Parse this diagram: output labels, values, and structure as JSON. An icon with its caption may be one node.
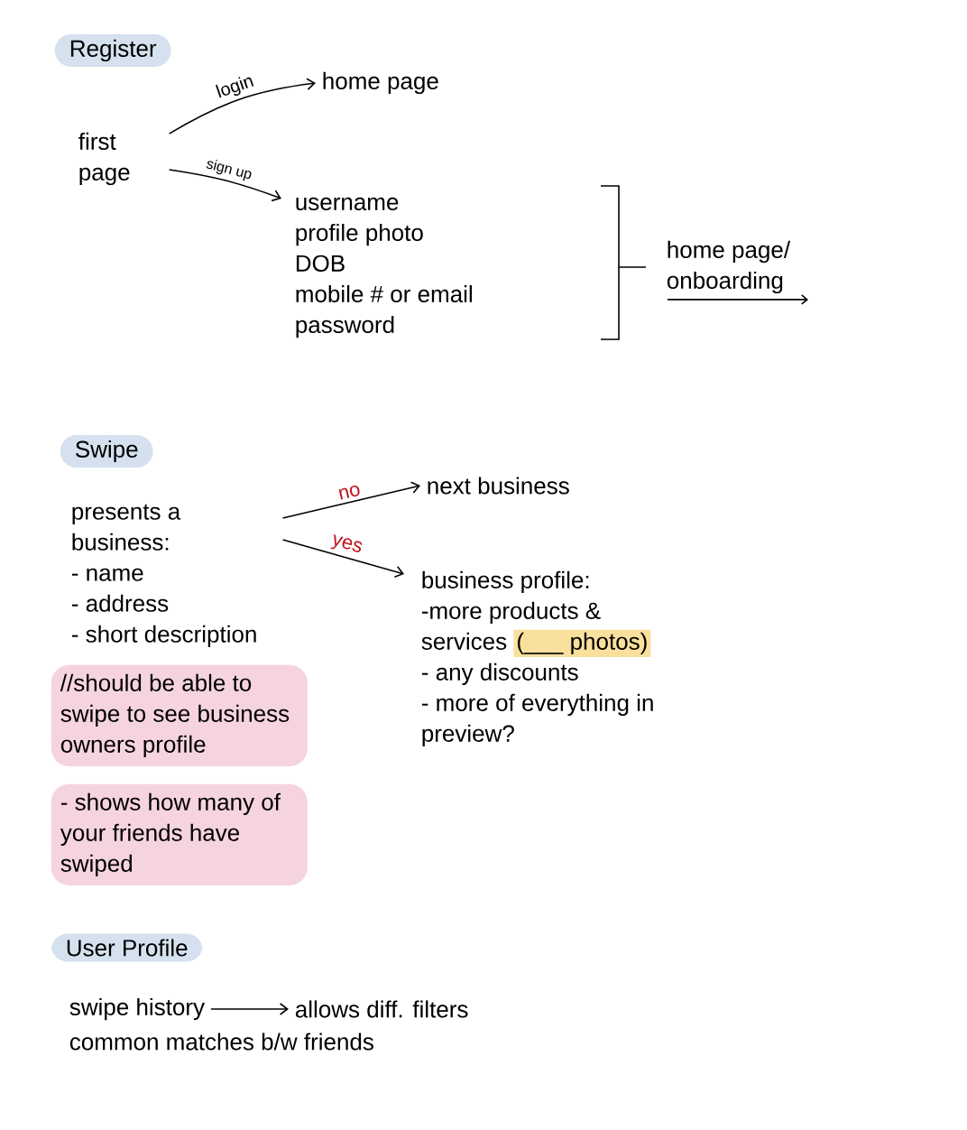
{
  "diagram": {
    "nodes": [
      {
        "text": [
          "Register"
        ]
      },
      {
        "text": [
          "first page"
        ]
      },
      {
        "text": [
          "home page"
        ]
      },
      {
        "text": [
          "username",
          "profile photo",
          "DOB",
          "mobile # or email",
          "password"
        ]
      },
      {
        "text": [
          "home page/ onboarding"
        ]
      },
      {
        "text": [
          "Swipe"
        ]
      },
      {
        "text": [
          "presents a business:",
          "- name",
          "- address",
          "- short description"
        ]
      },
      {
        "text": [
          "next business"
        ]
      },
      {
        "text": [
          "business profile:",
          "-more products & services",
          "(___ photos)",
          "- any discounts",
          "- more of everything in preview?"
        ]
      },
      {
        "text": [
          "//should be able to swipe to see business owners profile"
        ]
      },
      {
        "text": [
          "- shows how many of your friends have swiped"
        ]
      },
      {
        "text": [
          "User Profile"
        ]
      },
      {
        "text": [
          "swipe history"
        ]
      },
      {
        "text": [
          "allows diff. filters"
        ]
      }
    ],
    "edges": [
      {
        "from": 1,
        "to": 2,
        "arrow": "to",
        "label": "login"
      },
      {
        "from": 1,
        "to": 3,
        "arrow": "to",
        "label": "sign up"
      },
      {
        "from": 6,
        "to": 7,
        "arrow": "to",
        "label": "no"
      },
      {
        "from": 6,
        "to": 8,
        "arrow": "to",
        "label": "yes"
      },
      {
        "from": 12,
        "to": 13,
        "arrow": "to"
      }
    ],
    "labels": [
      "common matches b/w friends"
    ]
  }
}
